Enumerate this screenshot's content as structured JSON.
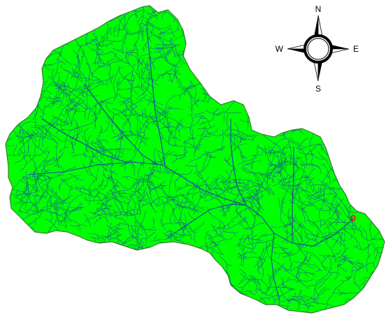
{
  "map": {
    "colors": {
      "catchment_fill": "#00ff00",
      "catchment_outline": "#3a7d2e",
      "streams": "#1f3fa8",
      "outlet_marker": "#ff0000",
      "background": "#ffffff"
    },
    "outlet_marker": "red-dot",
    "compass": {
      "icon": "north-arrow-compass-rose",
      "north": "N",
      "south": "S",
      "east": "E",
      "west": "W"
    }
  }
}
